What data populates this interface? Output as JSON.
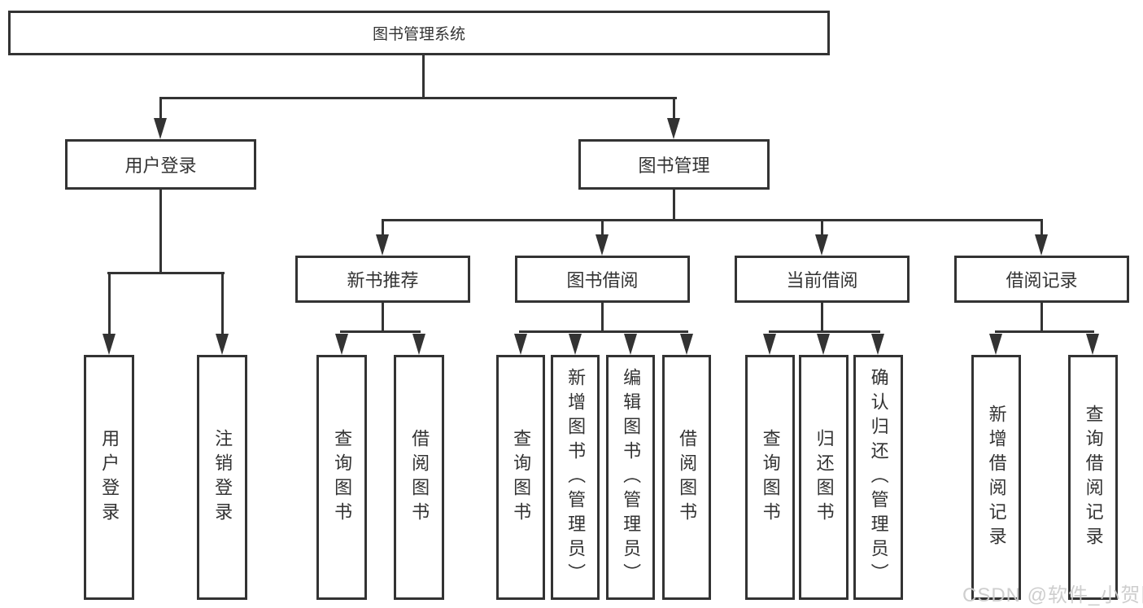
{
  "root": {
    "label": "图书管理系统"
  },
  "level2": {
    "user_login": {
      "label": "用户登录"
    },
    "book_management": {
      "label": "图书管理"
    }
  },
  "level3": {
    "new_book_recommend": {
      "label": "新书推荐"
    },
    "book_borrow": {
      "label": "图书借阅"
    },
    "current_borrow": {
      "label": "当前借阅"
    },
    "borrow_records": {
      "label": "借阅记录"
    }
  },
  "leaves": {
    "user_login": [
      "用户登录",
      "注销登录"
    ],
    "new_book_recommend": [
      "查询图书",
      "借阅图书"
    ],
    "book_borrow": [
      "查询图书",
      "新增图书（管理员）",
      "编辑图书（管理员）",
      "借阅图书"
    ],
    "current_borrow": [
      "查询图书",
      "归还图书",
      "确认归还（管理员）"
    ],
    "borrow_records": [
      "新增借阅记录",
      "查询借阅记录"
    ]
  },
  "watermark": {
    "text": "CSDN @软件_小贺同学"
  },
  "colors": {
    "line": "#333333",
    "text": "#333333",
    "watermark": "#cbcbcb",
    "background": "#ffffff"
  }
}
